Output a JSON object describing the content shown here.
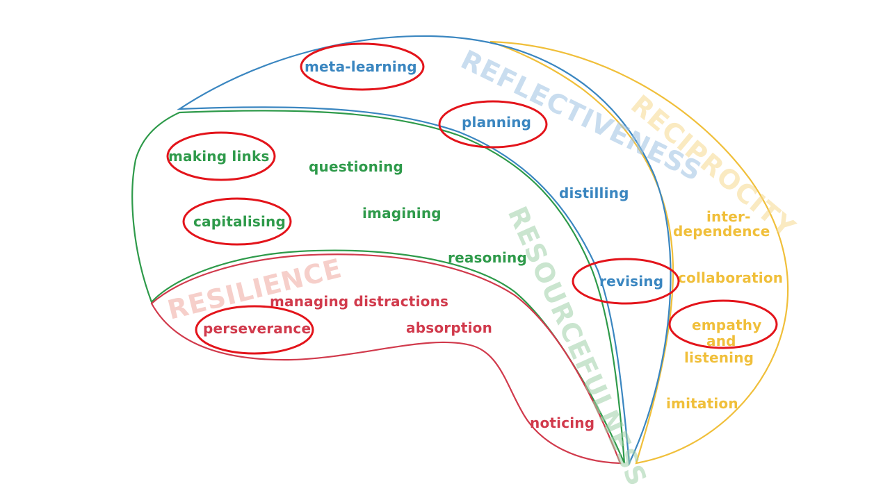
{
  "colors": {
    "reflectiveness": "#3a86c0",
    "reflectiveness_heading": "#9ec2e2",
    "resourcefulness": "#2e9a4a",
    "resourcefulness_heading": "#9fd0a8",
    "resilience": "#d13a4c",
    "resilience_heading": "#f0a8a0",
    "reciprocity": "#f0bf3a",
    "reciprocity_heading": "#f6d98f",
    "highlight": "#e3141b"
  },
  "headings": {
    "reflectiveness": "REFLECTIVENESS",
    "resourcefulness": "RESOURCEFULNESS",
    "resilience": "RESILIENCE",
    "reciprocity": "RECIPROCITY"
  },
  "reflectiveness": {
    "meta_learning": "meta-learning",
    "planning": "planning",
    "distilling": "distilling",
    "revising": "revising"
  },
  "resourcefulness": {
    "making_links": "making links",
    "questioning": "questioning",
    "capitalising": "capitalising",
    "imagining": "imagining",
    "reasoning": "reasoning"
  },
  "resilience": {
    "managing_distractions": "managing distractions",
    "perseverance": "perseverance",
    "absorption": "absorption",
    "noticing": "noticing"
  },
  "reciprocity": {
    "interdependence_line1": "inter-",
    "interdependence_line2": "dependence",
    "collaboration": "collaboration",
    "empathy_line1": "empathy",
    "empathy_line2": "and",
    "empathy_line3": "listening",
    "imitation": "imitation"
  }
}
